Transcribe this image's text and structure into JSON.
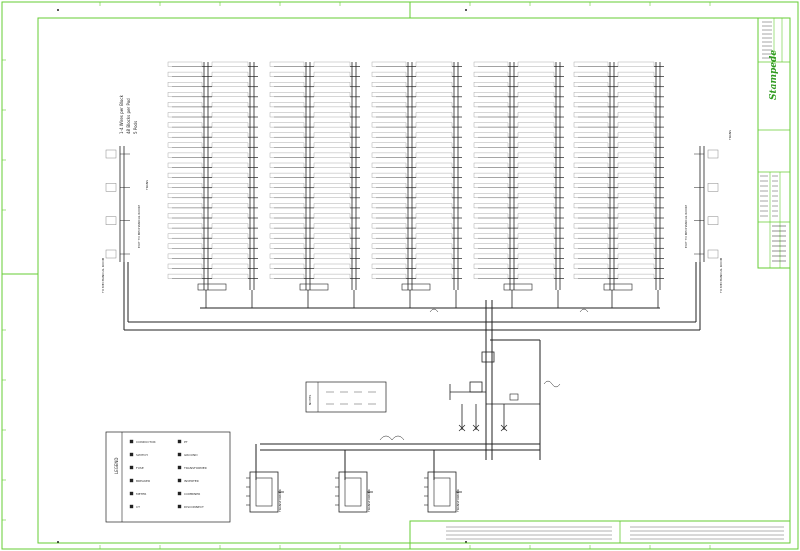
{
  "sheet": {
    "frame_color": "#66cc33",
    "line_color": "#222222",
    "panel_color": "#cfcfcf"
  },
  "array_note": [
    "1-4 Wires per Block",
    "48 Blocks per Pod",
    "5 Pods"
  ],
  "left_tower": {
    "label_a": "TRANS",
    "label_b": "EXIT TO MECHANICAL ROOM",
    "label_c": "TO MECHANICAL ROOM"
  },
  "right_tower": {
    "label_a": "TRANS",
    "label_b": "EXIT TO MECHANICAL ROOM",
    "label_c": "TO MECHANICAL ROOM"
  },
  "legend": {
    "title": "LEGEND",
    "items": [
      "CONDUCTOR",
      "SWITCH",
      "FUSE",
      "BREAKER",
      "METER",
      "CT",
      "PT",
      "GROUND",
      "TRANSFORMER",
      "INVERTER",
      "COMBINER",
      "DISCONNECT"
    ]
  },
  "center_table": {
    "label": "NOTES"
  },
  "transformers": [
    "TRANSFORMER",
    "TRANSFORMER",
    "TRANSFORMER"
  ],
  "logo": "Stampede"
}
